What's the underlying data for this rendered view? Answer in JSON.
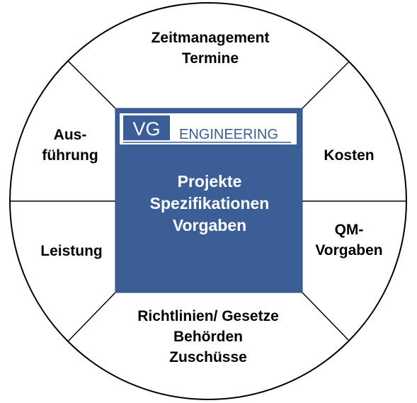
{
  "colors": {
    "center_fill": "#3a5e95",
    "line": "#000000",
    "logo_text": "#3a5e95"
  },
  "logo": {
    "vg": "VG",
    "engineering": "ENGINEERING"
  },
  "center": {
    "lines": [
      "Projekte",
      "Spezifikationen",
      "Vorgaben"
    ]
  },
  "segments": {
    "top": [
      "Zeitmanagement",
      "Termine"
    ],
    "upper_left": [
      "Aus-",
      "führung"
    ],
    "upper_right": [
      "Kosten"
    ],
    "lower_left": [
      "Leistung"
    ],
    "lower_right": [
      "QM-",
      "Vorgaben"
    ],
    "bottom": [
      "Richtlinien/ Gesetze",
      "Behörden",
      "Zuschüsse"
    ]
  }
}
